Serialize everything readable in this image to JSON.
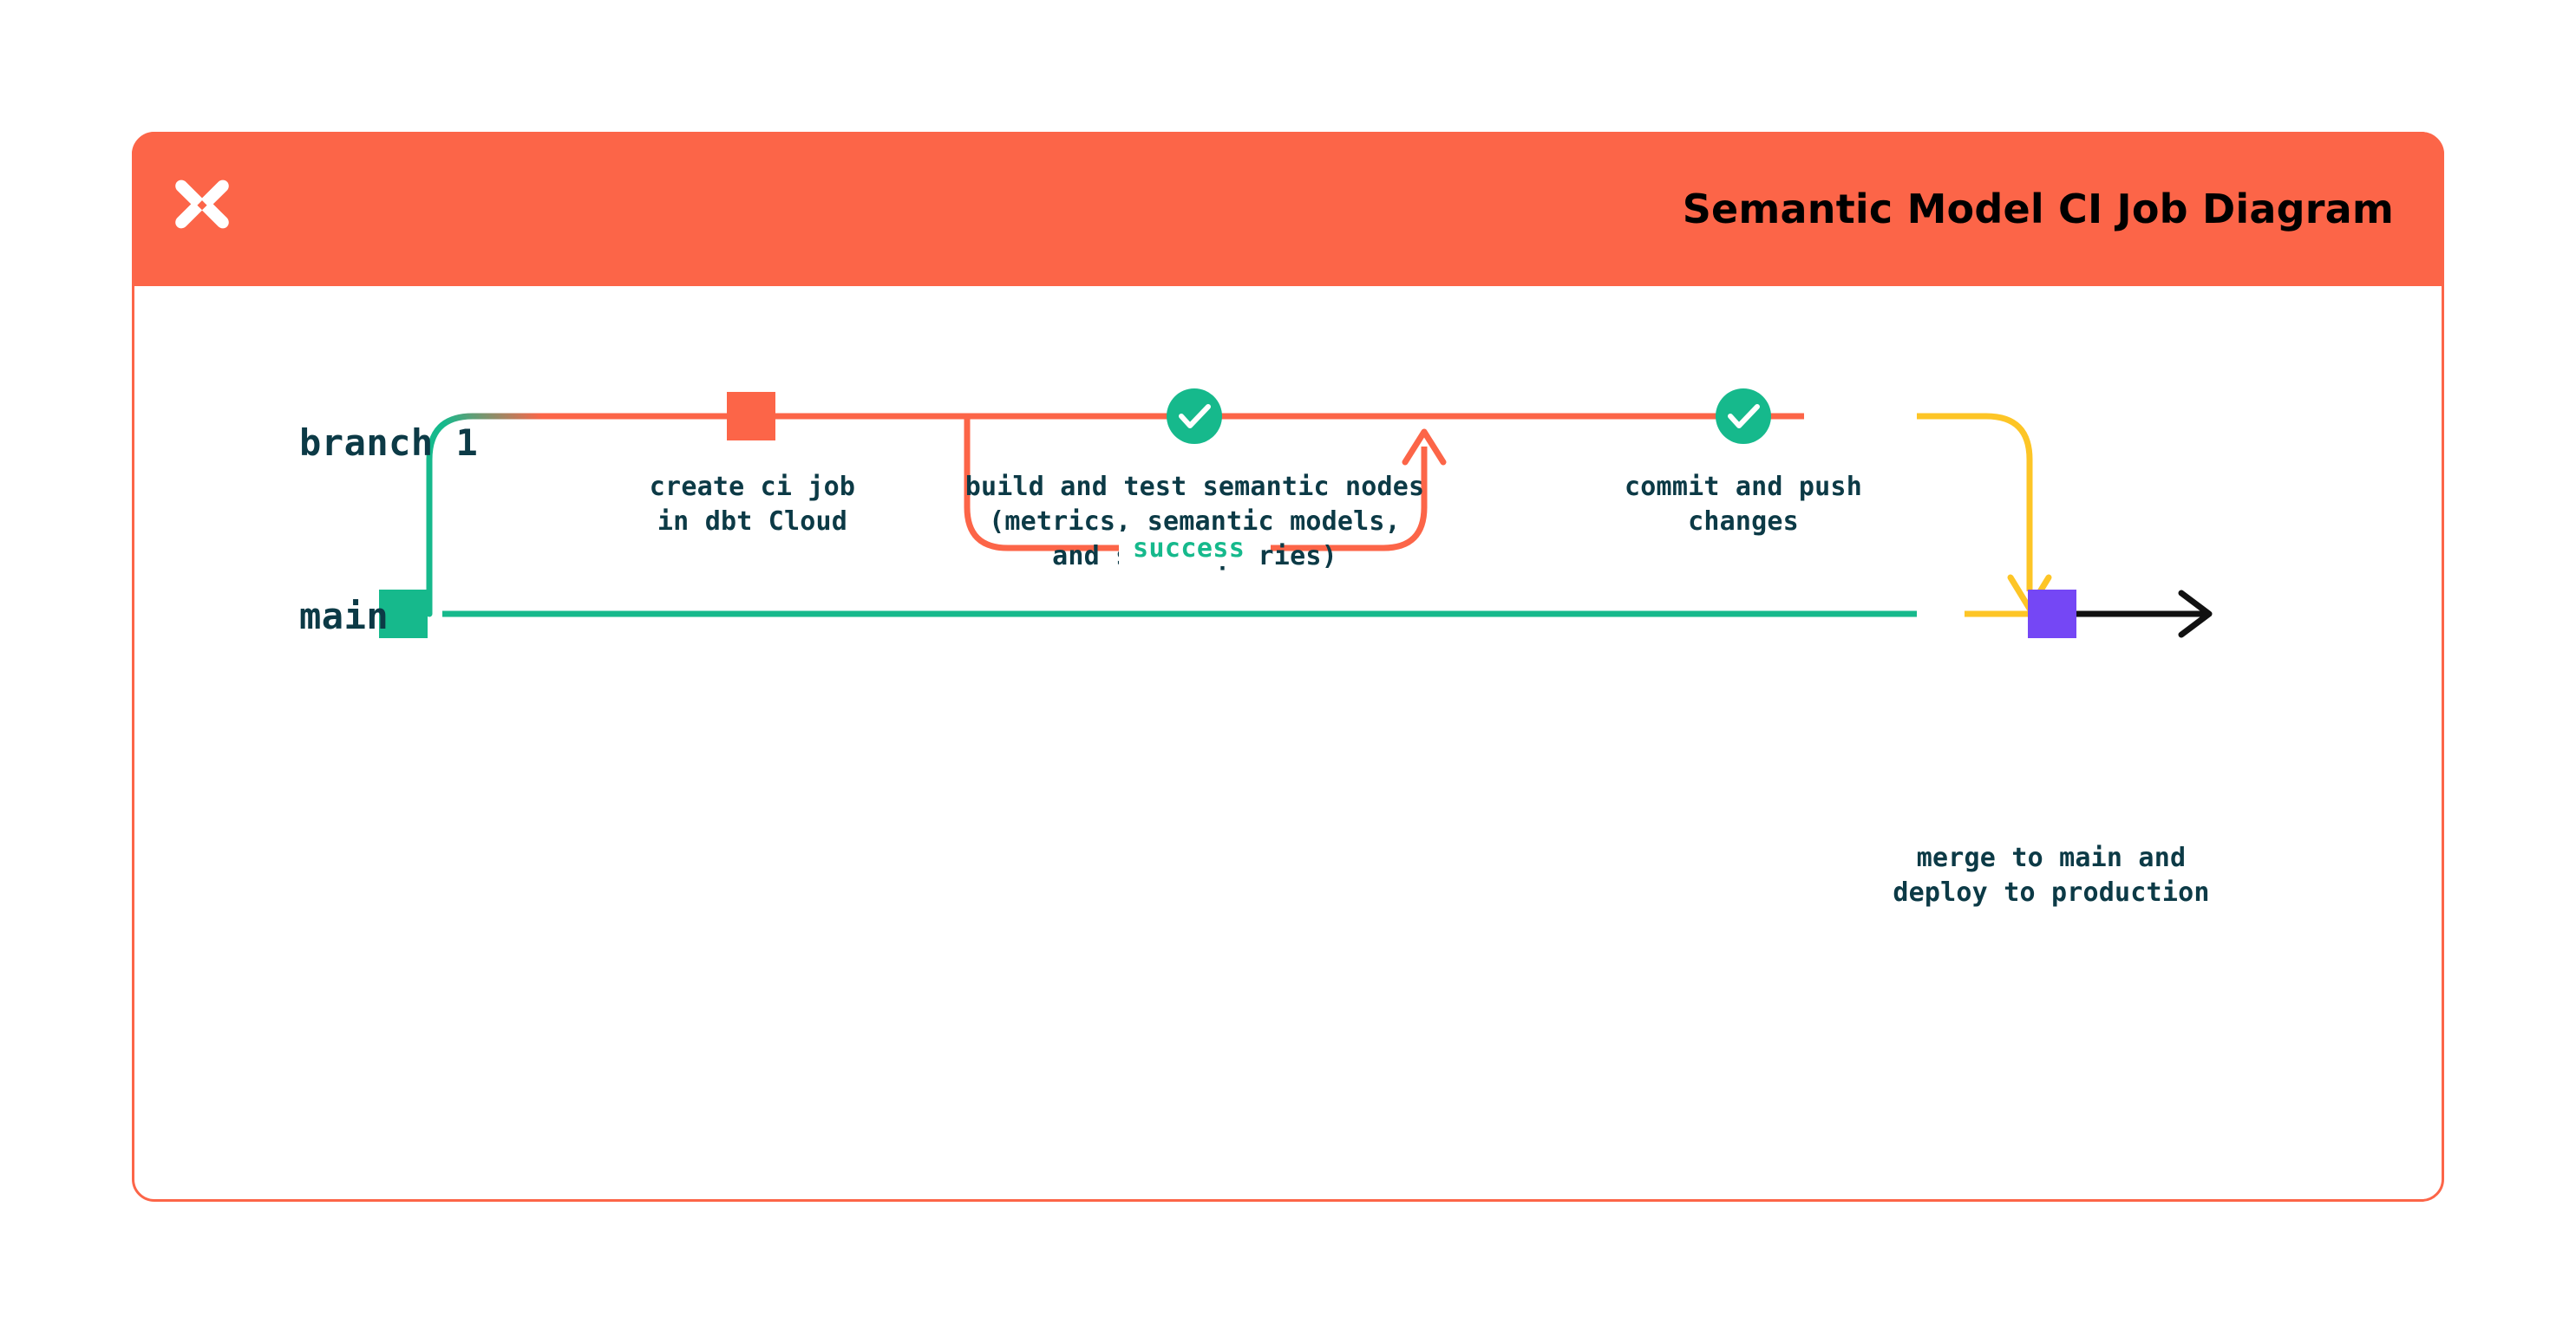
{
  "header": {
    "title": "Semantic Model CI Job Diagram",
    "logo_icon": "dbt-logo-icon",
    "background_color": "#FC6548",
    "title_color": "#000000"
  },
  "colors": {
    "orange": "#FC6548",
    "green": "#16B98C",
    "yellow": "#FDC526",
    "purple": "#7547F5",
    "ink": "#0C3A46",
    "black": "#111111",
    "white": "#FFFFFF"
  },
  "lanes": [
    {
      "id": "branch-1",
      "label": "branch 1"
    },
    {
      "id": "main",
      "label": "main"
    }
  ],
  "nodes": [
    {
      "id": "create-ci-job",
      "shape": "square",
      "color": "#FC6548",
      "lane": "branch 1",
      "label": "create ci job\nin dbt Cloud"
    },
    {
      "id": "build-and-test",
      "shape": "check-circle",
      "color": "#16B98C",
      "lane": "branch 1",
      "label": "build and test semantic nodes\n(metrics, semantic models,\nand saved queries)"
    },
    {
      "id": "commit-and-push",
      "shape": "check-circle",
      "color": "#16B98C",
      "lane": "branch 1",
      "label": "commit and push\nchanges"
    },
    {
      "id": "merge-to-main",
      "shape": "square",
      "color": "#7547F5",
      "lane": "main",
      "label": "merge to main and\ndeploy to production"
    },
    {
      "id": "main-start",
      "shape": "square",
      "color": "#16B98C",
      "lane": "main",
      "label": ""
    }
  ],
  "edges": [
    {
      "id": "success-loop",
      "label": "success",
      "color": "#FC6548",
      "label_color": "#16B98C",
      "from": "build-and-test",
      "to": "build-and-test"
    },
    {
      "id": "branch-off",
      "label": "",
      "color_from": "#16B98C",
      "color_to": "#FC6548",
      "from": "main",
      "to": "branch 1"
    },
    {
      "id": "merge-down",
      "label": "",
      "color": "#FDC526",
      "from": "branch 1",
      "to": "main"
    },
    {
      "id": "main-continues",
      "label": "",
      "color": "#111111",
      "from": "merge-to-main",
      "to": "end"
    }
  ]
}
